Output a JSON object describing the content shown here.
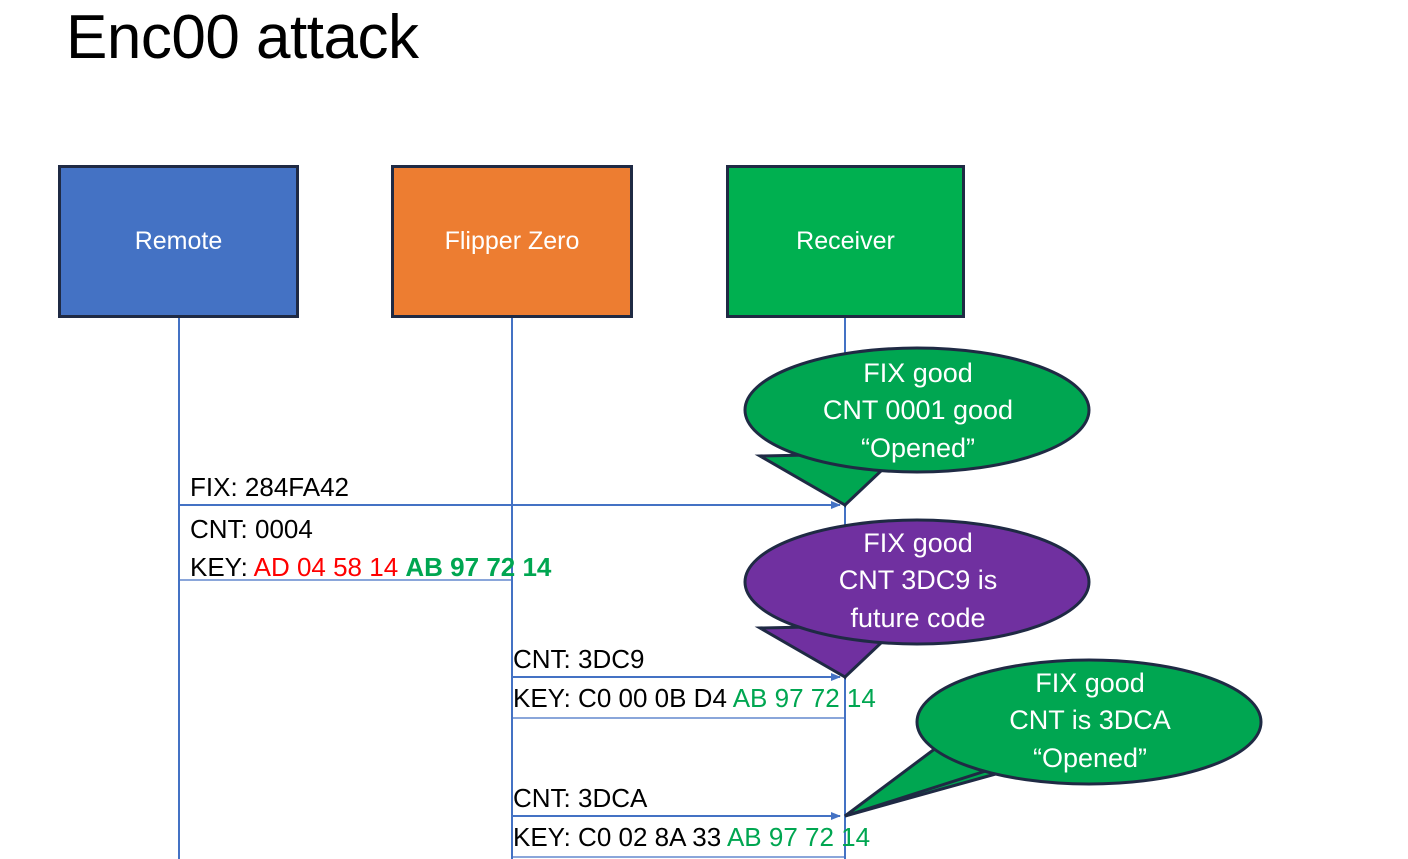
{
  "title": "Enc00 attack",
  "colors": {
    "remote": "#4472C4",
    "flipper": "#ED7D31",
    "receiver": "#00B050",
    "purple": "#7030A0",
    "green_bubble": "#00A651",
    "outline": "#1F2A44",
    "lifeline": "#4472C4",
    "hex_red": "#FF0000",
    "hex_green": "#00A651"
  },
  "nodes": [
    {
      "id": "remote",
      "label": "Remote"
    },
    {
      "id": "flipper",
      "label": "Flipper Zero"
    },
    {
      "id": "receiver",
      "label": "Receiver"
    }
  ],
  "messages": [
    {
      "from": "remote",
      "to": "receiver",
      "lines": [
        {
          "text": "FIX: 284FA42"
        }
      ]
    },
    {
      "from": "remote",
      "below": true,
      "lines": [
        {
          "text": "CNT: 0004"
        },
        {
          "prefix": "KEY: ",
          "red": "AD 04 58 14",
          "sep": " ",
          "green": "AB 97 72 14"
        }
      ]
    },
    {
      "from": "flipper",
      "to": "receiver",
      "lines": [
        {
          "text": "CNT: 3DC9"
        }
      ]
    },
    {
      "from": "flipper",
      "below": true,
      "lines": [
        {
          "prefix": "KEY: C0 00 0B D4 ",
          "green": "AB 97 72 14"
        }
      ]
    },
    {
      "from": "flipper",
      "to": "receiver",
      "lines": [
        {
          "text": "CNT: 3DCA"
        }
      ]
    },
    {
      "from": "flipper",
      "below": true,
      "lines": [
        {
          "prefix": "KEY: C0 02 8A 33 ",
          "green": "AB 97 72 14"
        }
      ]
    }
  ],
  "labels": {
    "fix1": "FIX: 284FA42",
    "cnt1": "CNT: 0004",
    "key1_prefix": "KEY: ",
    "key1_red": "AD 04 58 14",
    "key1_space": " ",
    "key1_green": "AB 97 72 14",
    "cnt2": "CNT: 3DC9",
    "key2_prefix": "KEY: C0 00 0B D4 ",
    "key2_green": "AB 97 72 14",
    "cnt3": "CNT: 3DCA",
    "key3_prefix": "KEY: C0 02 8A 33 ",
    "key3_green": "AB 97 72 14"
  },
  "callouts": [
    {
      "id": "bubble-1",
      "color": "#00A651",
      "line1": "FIX good",
      "line2": "CNT 0001 good",
      "line3": "“Opened”"
    },
    {
      "id": "bubble-2",
      "color": "#7030A0",
      "line1": "FIX good",
      "line2": "CNT 3DC9 is",
      "line3": "future code"
    },
    {
      "id": "bubble-3",
      "color": "#00A651",
      "line1": "FIX good",
      "line2": "CNT is 3DCA",
      "line3": "“Opened”"
    }
  ]
}
